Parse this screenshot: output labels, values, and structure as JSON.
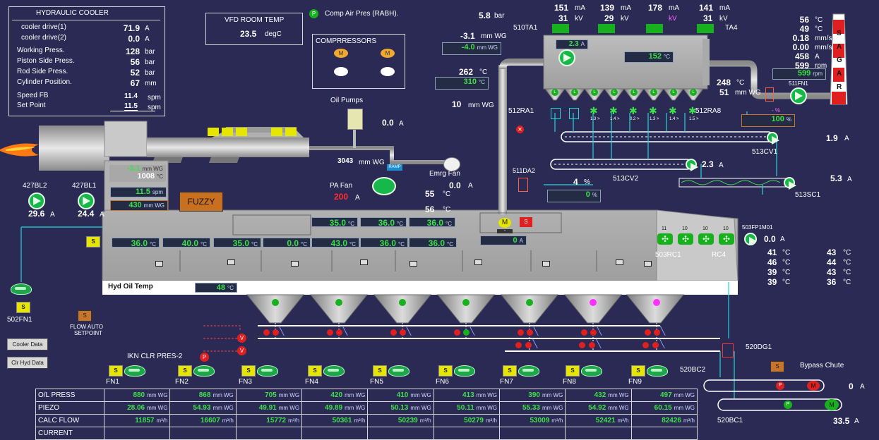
{
  "hyd": {
    "title": "HYDRAULIC COOLER",
    "rows": [
      {
        "label": "cooler drive(1)",
        "value": "71.9",
        "unit": "A"
      },
      {
        "label": "cooler drive(2)",
        "value": "0.0",
        "unit": "A"
      },
      {
        "label": "Working Press.",
        "value": "128",
        "unit": "bar"
      },
      {
        "label": "Piston Side Press.",
        "value": "56",
        "unit": "bar"
      },
      {
        "label": "Rod Side Press.",
        "value": "52",
        "unit": "bar"
      },
      {
        "label": "Cylinder Position.",
        "value": "67",
        "unit": "mm"
      }
    ],
    "speed_label": "Speed FB",
    "speed_value": "11.4",
    "speed_unit": "spm",
    "set_label": "Set Point",
    "set_value": "11.5",
    "set_unit": "spm"
  },
  "vfd": {
    "title": "VFD ROOM TEMP",
    "value": "23.5",
    "unit": "degC"
  },
  "comp_air": {
    "badge": "P",
    "label": "Comp Air Pres (RABH)."
  },
  "compressors": {
    "title": "COMPRRESSORS",
    "m": "M"
  },
  "oil_pumps": {
    "label": "Oil Pumps",
    "current": "0.0",
    "unit": "A"
  },
  "top_left": {
    "bar_val": "5.8",
    "bar_unit": "bar",
    "p1": "-3.1",
    "p1_unit": "mm WG",
    "p2": "-4.0",
    "p2_unit": "mm WG",
    "t1": "262",
    "t2": "310",
    "t_unit": "°C",
    "p3": "10",
    "p3_unit": "mm WG"
  },
  "ta": {
    "label_left": "510TA1",
    "label_right": "TA4",
    "ma_unit": "mA",
    "kv_unit": "kV",
    "cols": [
      {
        "ma": "151",
        "kv": "31"
      },
      {
        "ma": "139",
        "kv": "29"
      },
      {
        "ma": "178",
        "kv": ""
      },
      {
        "ma": "141",
        "kv": "31"
      }
    ]
  },
  "esp": {
    "current": "2.3",
    "cur_unit": "A",
    "temp": "152",
    "temp_unit": "°C",
    "hopper_ratings": [
      "1.3",
      "1.4",
      "0.2",
      "1.3",
      "1.4",
      "1.5"
    ],
    "ra_left": "512RA1",
    "ra_right": "512RA8",
    "l": "L",
    "s": "S"
  },
  "stack": {
    "letters": [
      "S",
      "A",
      "G",
      "A",
      "R"
    ],
    "vals": [
      {
        "v": "56",
        "u": "°C"
      },
      {
        "v": "49",
        "u": "°C"
      },
      {
        "v": "0.18",
        "u": "mm/s"
      },
      {
        "v": "0.00",
        "u": "mm/s"
      },
      {
        "v": "458",
        "u": "A"
      },
      {
        "v": "599",
        "u": "rpm"
      }
    ],
    "rpm_box": "599",
    "rpm_unit": "rpm",
    "fan_label": "511FN1",
    "t": "248",
    "t_unit": "°C",
    "p": "51",
    "p_unit": "mm WG"
  },
  "damper": {
    "pct_sign": "- %",
    "pct": "100",
    "unit": "%"
  },
  "conveyors": {
    "cv1": "513CV1",
    "cv1_amp": "1.9",
    "cv2": "513CV2",
    "cv2_amp": "2.3",
    "sc1": "513SC1",
    "sc1_amp": "5.3",
    "amp_unit": "A",
    "m": "M"
  },
  "da": {
    "label": "511DA2",
    "pct": "4",
    "pct2": "0",
    "unit": "%"
  },
  "burner": {
    "p": "-3.1",
    "p_unit": "mm WG",
    "t": "1008",
    "t_unit": "°C",
    "spm": "11.5",
    "spm_unit": "spm",
    "wg": "430",
    "wg_unit": "mm WG",
    "fuzzy": "FUZZY"
  },
  "fans_left": [
    {
      "name": "427BL2",
      "amp": "29.6"
    },
    {
      "name": "427BL1",
      "amp": "24.4"
    }
  ],
  "pa_fan": {
    "label": "PA Fan",
    "amp": "200",
    "amp_unit": "A",
    "wg": "3043",
    "wg_unit": "mm WG",
    "tag": "RAMP"
  },
  "emrg_fan": {
    "label": "Emrg Fan",
    "amp": "0.0",
    "amp_unit": "A"
  },
  "temps_mid": {
    "t1": "55",
    "t2": "56",
    "unit": "°C"
  },
  "cooler_top": [
    {
      "v": "35.0"
    },
    {
      "v": "36.0"
    },
    {
      "v": "36.0"
    }
  ],
  "cooler_row": [
    {
      "v": "36.0"
    },
    {
      "v": "40.0"
    },
    {
      "v": "35.0"
    },
    {
      "v": "0.0"
    },
    {
      "v": "43.0"
    },
    {
      "v": "36.0"
    },
    {
      "v": "36.0"
    }
  ],
  "cooler_unit": "°C",
  "crusher": {
    "m": "M",
    "s": "S",
    "amp": "0",
    "unit": "A",
    "dash": "-"
  },
  "hyd_oil": {
    "label": "Hyd Oil Temp",
    "value": "48",
    "unit": "°C"
  },
  "rc": {
    "labels": [
      "11",
      "10",
      "10",
      "10"
    ],
    "left": "503RC1",
    "right": "RC4",
    "fpm": "503FP1M01",
    "amp": "0.0",
    "amp_unit": "A"
  },
  "right_temps": {
    "col1": [
      "41",
      "46",
      "39",
      "39"
    ],
    "col2": [
      "43",
      "44",
      "43",
      "36"
    ],
    "unit": "°C"
  },
  "fan502": {
    "s": "S",
    "label": "502FN1"
  },
  "flow": {
    "s": "S",
    "label1": "FLOW AUTO",
    "label2": "SETPOINT"
  },
  "buttons": {
    "cooler_data": "Cooler Data",
    "clr_hyd": "Clr Hyd Data"
  },
  "ikn": {
    "label": "IKN CLR PRES-2",
    "p": "P",
    "v": "V"
  },
  "dg": {
    "label": "520DG1"
  },
  "bc": {
    "bc2": "520BC2",
    "bc1": "520BC1",
    "bc2_amp": "0",
    "bc1_amp": "33.5",
    "unit": "A",
    "p": "P",
    "m": "M"
  },
  "bypass": {
    "label": "Bypass Chute",
    "s": "S"
  },
  "fans_row": [
    "FN1",
    "FN2",
    "FN3",
    "FN4",
    "FN5",
    "FN6",
    "FN7",
    "FN8",
    "FN9"
  ],
  "table": {
    "rows": [
      {
        "label": "O/L PRESS",
        "unit": "mm WG",
        "vals": [
          "880",
          "868",
          "705",
          "420",
          "410",
          "413",
          "390",
          "432",
          "497"
        ]
      },
      {
        "label": "PIEZO",
        "unit": "mm WG",
        "vals": [
          "28.06",
          "54.93",
          "49.91",
          "49.89",
          "50.13",
          "50.11",
          "55.33",
          "54.92",
          "60.15"
        ]
      },
      {
        "label": "CALC FLOW",
        "unit": "m³/h",
        "vals": [
          "11857",
          "16607",
          "15772",
          "50361",
          "50239",
          "50279",
          "53009",
          "52421",
          "82426"
        ]
      },
      {
        "label": "CURRENT",
        "unit": "",
        "vals": [
          "",
          "",
          "",
          "",
          "",
          "",
          "",
          "",
          ""
        ]
      }
    ]
  }
}
